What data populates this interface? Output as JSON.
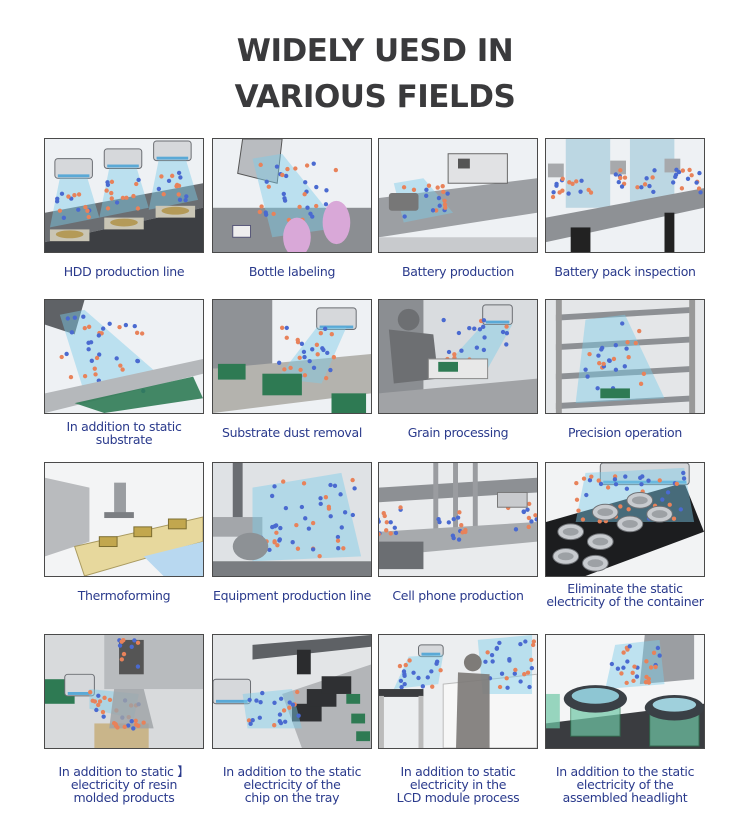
{
  "title": {
    "line1": "WIDELY UESD IN",
    "line2": "VARIOUS FIELDS"
  },
  "colors": {
    "title": "#3a3a3c",
    "caption": "#2a3a8c",
    "tile_border": "#4a4a4a",
    "ion_positive": "#e8825a",
    "ion_negative": "#4a6ad0",
    "ion_beam": "#7ccbe8"
  },
  "fields": [
    {
      "caption": [
        "HDD production line"
      ],
      "scene": "conveyor-disks"
    },
    {
      "caption": [
        "Bottle labeling"
      ],
      "scene": "bottles"
    },
    {
      "caption": [
        "Battery production"
      ],
      "scene": "workbench"
    },
    {
      "caption": [
        "Battery pack inspection"
      ],
      "scene": "table-ionizers"
    },
    {
      "caption": [
        "In addition to static",
        "substrate"
      ],
      "scene": "pcb-substrate"
    },
    {
      "caption": [
        "Substrate dust removal"
      ],
      "scene": "pcb-conveyor"
    },
    {
      "caption": [
        "Grain processing"
      ],
      "scene": "operator"
    },
    {
      "caption": [
        "Precision operation"
      ],
      "scene": "rack"
    },
    {
      "caption": [
        "Thermoforming"
      ],
      "scene": "thermoforming"
    },
    {
      "caption": [
        "Equipment production line"
      ],
      "scene": "equipment"
    },
    {
      "caption": [
        "Cell phone production"
      ],
      "scene": "phone-factory"
    },
    {
      "caption": [
        "Eliminate the static",
        "electricity of the container"
      ],
      "scene": "cups"
    },
    {
      "caption": [
        "In addition to static 】",
        "electricity of resin",
        "molded products"
      ],
      "scene": "molding"
    },
    {
      "caption": [
        "In addition to the static",
        "electricity of the",
        "chip on the tray"
      ],
      "scene": "chip-tray"
    },
    {
      "caption": [
        "In addition to static",
        "electricity in the",
        "LCD module process"
      ],
      "scene": "lcd"
    },
    {
      "caption": [
        "In addition to the static",
        "electricity of the",
        "assembled headlight"
      ],
      "scene": "headlight"
    }
  ]
}
